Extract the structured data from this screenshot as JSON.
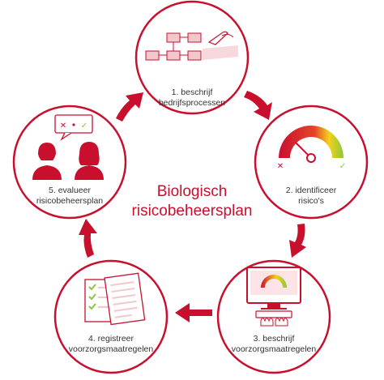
{
  "title": {
    "line1": "Biologisch",
    "line2": "risicobeheersplan"
  },
  "steps": [
    {
      "line1": "1. beschrijf",
      "line2": "bedrijfsprocessen",
      "icon": "flowchart-icon"
    },
    {
      "line1": "2. identificeer",
      "line2": "risico's",
      "icon": "gauge-icon"
    },
    {
      "line1": "3. beschrijf",
      "line2": "voorzorgsmaatregelen",
      "icon": "computer-icon"
    },
    {
      "line1": "4. registreer",
      "line2": "voorzorgsmaatregelen",
      "icon": "checklist-icon"
    },
    {
      "line1": "5. evalueer",
      "line2": "risicobeheersplan",
      "icon": "people-discussion-icon"
    }
  ],
  "gauge": {
    "low_symbol": "✕",
    "high_symbol": "✓"
  },
  "colors": {
    "accent": "#c8102e",
    "accent_light": "#f4c7cd",
    "gauge_green": "#8cc63f",
    "gauge_yellow": "#f2d21b",
    "text": "#333333"
  }
}
